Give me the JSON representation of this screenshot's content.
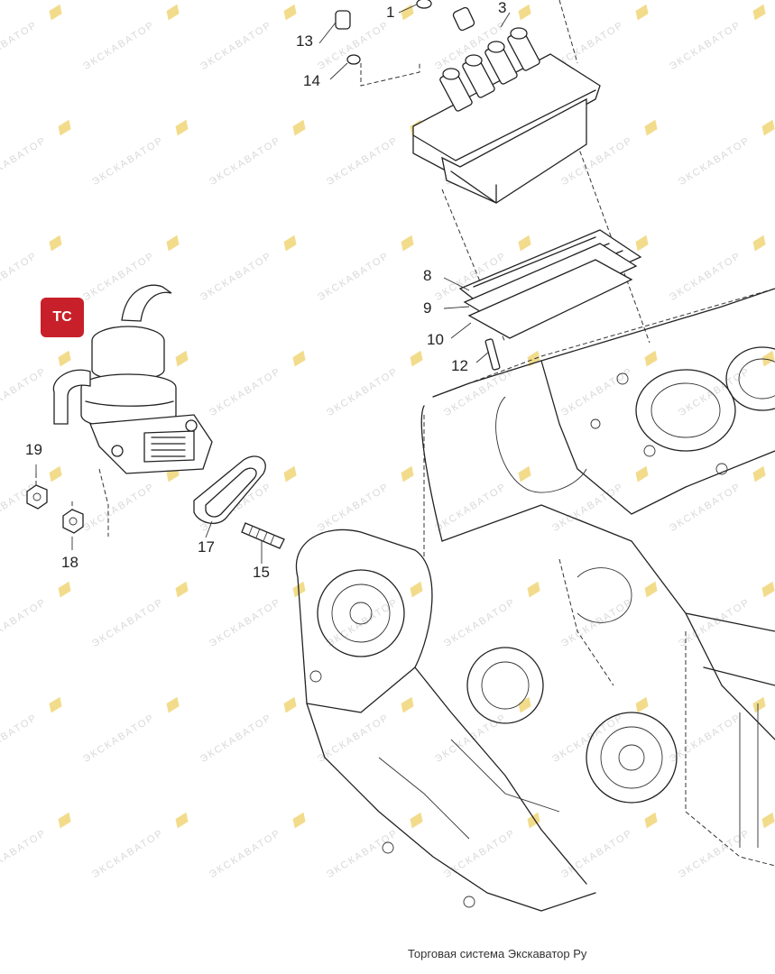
{
  "diagram": {
    "watermark_text": "ЭКСКАВАТОР",
    "badge_text": "ТС",
    "footer_text": "Торговая система Экскаватор Ру",
    "callouts": [
      {
        "id": "c1",
        "text": "1"
      },
      {
        "id": "c3",
        "text": "3"
      },
      {
        "id": "c8",
        "text": "8"
      },
      {
        "id": "c9",
        "text": "9"
      },
      {
        "id": "c10",
        "text": "10"
      },
      {
        "id": "c12",
        "text": "12"
      },
      {
        "id": "c13",
        "text": "13"
      },
      {
        "id": "c14",
        "text": "14"
      },
      {
        "id": "c15",
        "text": "15"
      },
      {
        "id": "c17",
        "text": "17"
      },
      {
        "id": "c18",
        "text": "18"
      },
      {
        "id": "c19",
        "text": "19"
      }
    ]
  }
}
